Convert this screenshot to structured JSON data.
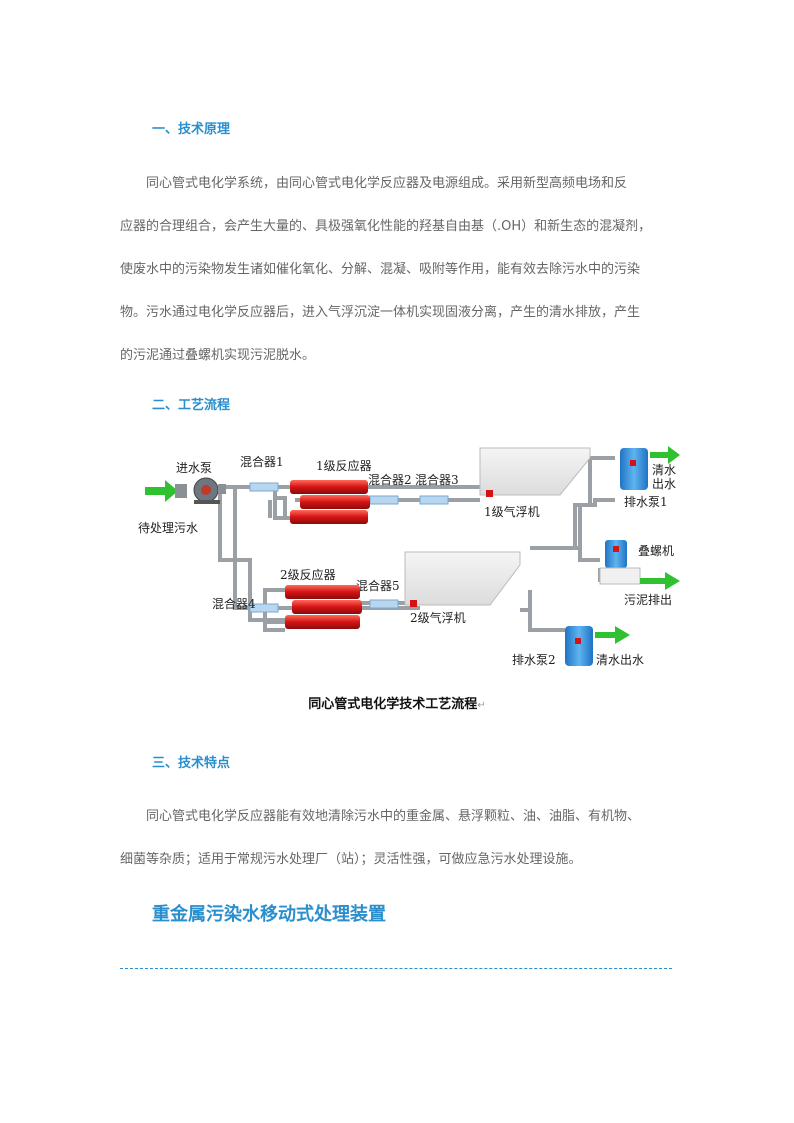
{
  "section1": {
    "heading": "一、技术原理",
    "lines": [
      "　　同心管式电化学系统，由同心管式电化学反应器及电源组成。采用新型高频电场和反",
      "应器的合理组合，会产生大量的、具极强氧化性能的羟基自由基（.OH）和新生态的混凝剂，",
      "使废水中的污染物发生诸如催化氧化、分解、混凝、吸附等作用，能有效去除污水中的污染",
      "物。污水通过电化学反应器后，进入气浮沉淀一体机实现固液分离，产生的清水排放，产生",
      "的污泥通过叠螺机实现污泥脱水。"
    ]
  },
  "section2": {
    "heading": "二、工艺流程",
    "diagram": {
      "labels": {
        "inlet_pump": "进水泵",
        "wastewater": "待处理污水",
        "mixer1": "混合器1",
        "mixer2": "混合器2",
        "mixer3": "混合器3",
        "mixer4": "混合器4",
        "mixer5": "混合器5",
        "reactor1": "1级反应器",
        "reactor2": "2级反应器",
        "floater1": "1级气浮机",
        "floater2": "2级气浮机",
        "drain_pump1": "排水泵1",
        "drain_pump2": "排水泵2",
        "clean_out_top_a": "清水",
        "clean_out_top_b": "出水",
        "clean_out_bottom": "清水出水",
        "screw_press": "叠螺机",
        "sludge_out": "污泥排出"
      },
      "colors": {
        "pipe": "#9aa0a6",
        "reactor": "#e02020",
        "arrow": "#2fc12f",
        "tank": "#2f8fd8"
      }
    },
    "caption": "同心管式电化学技术工艺流程"
  },
  "section3": {
    "heading": "三、技术特点",
    "lines": [
      "　　同心管式电化学反应器能有效地清除污水中的重金属、悬浮颗粒、油、油脂、有机物、",
      "细菌等杂质；适用于常规污水处理厂（站）；灵活性强，可做应急污水处理设施。"
    ]
  },
  "product_title": "重金属污染水移动式处理装置"
}
